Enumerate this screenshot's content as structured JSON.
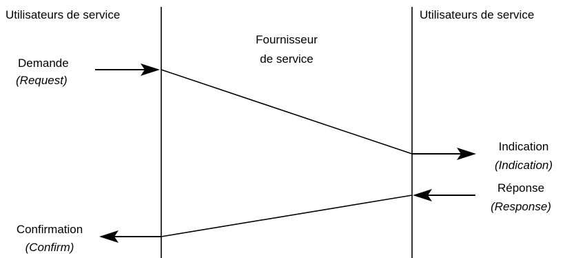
{
  "headers": {
    "left": "Utilisateurs de service",
    "right": "Utilisateurs de service"
  },
  "provider": {
    "line1": "Fournisseur",
    "line2": "de service"
  },
  "primitives": {
    "request": {
      "fr": "Demande",
      "en": "(Request)"
    },
    "indication": {
      "fr": "Indication",
      "en": "(Indication)"
    },
    "response": {
      "fr": "Réponse",
      "en": "(Response)"
    },
    "confirm": {
      "fr": "Confirmation",
      "en": "(Confirm)"
    }
  }
}
